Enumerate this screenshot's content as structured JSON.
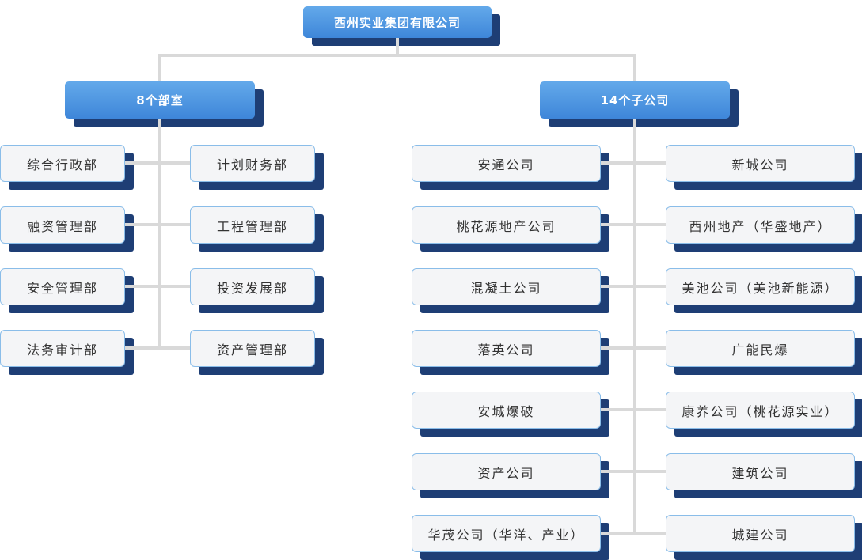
{
  "org": {
    "root": "酉州实业集团有限公司",
    "branches": [
      {
        "label": "8个部室",
        "items": [
          "综合行政部",
          "计划财务部",
          "融资管理部",
          "工程管理部",
          "安全管理部",
          "投资发展部",
          "法务审计部",
          "资产管理部"
        ]
      },
      {
        "label": "14个子公司",
        "items": [
          "安通公司",
          "新城公司",
          "桃花源地产公司",
          "酉州地产（华盛地产）",
          "混凝土公司",
          "美池公司（美池新能源）",
          "落英公司",
          "广能民爆",
          "安城爆破",
          "康养公司（桃花源实业）",
          "资产公司",
          "建筑公司",
          "华茂公司（华洋、产业）",
          "城建公司"
        ]
      }
    ],
    "colors": {
      "header_gradient_top": "#63a9ea",
      "header_gradient_bottom": "#3e86d9",
      "header_text": "#ffffff",
      "box_shadow": "#1e3e75",
      "box_background": "#f4f5f7",
      "box_border": "#8abde9",
      "box_text": "#333333",
      "connector_line": "#d9d9d9"
    }
  }
}
